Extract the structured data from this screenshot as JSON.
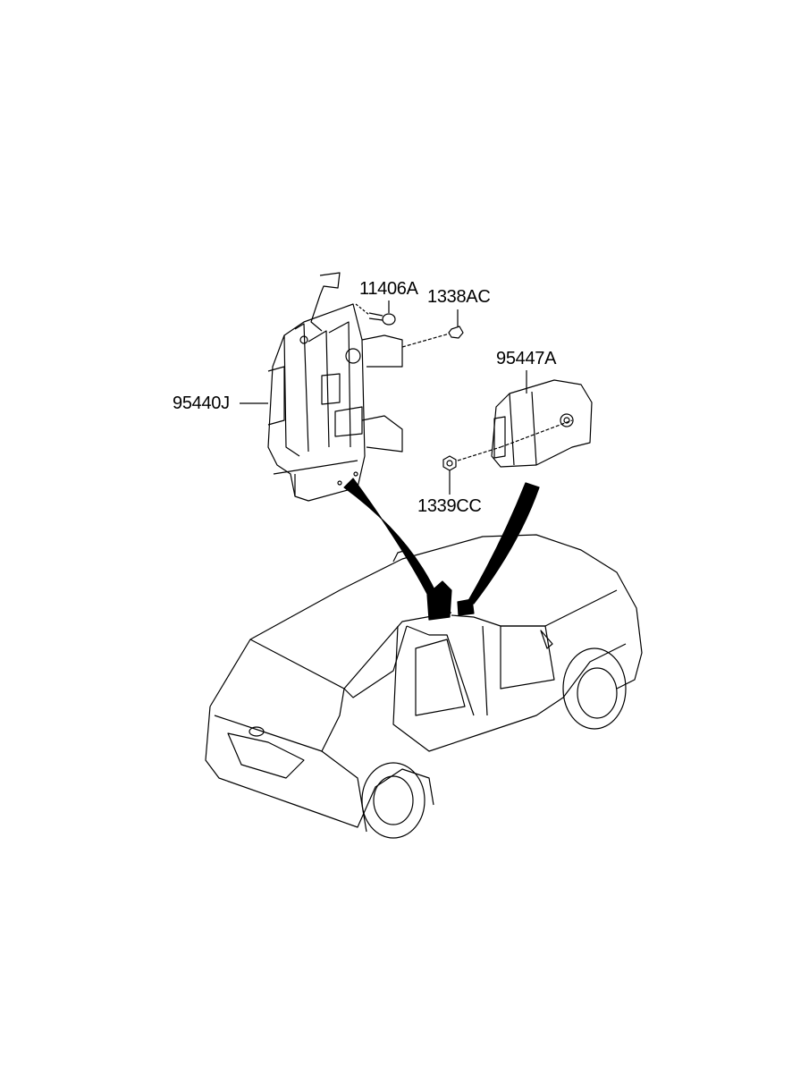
{
  "diagram": {
    "parts": [
      {
        "id": "part-11406A",
        "number": "11406A"
      },
      {
        "id": "part-1338AC",
        "number": "1338AC"
      },
      {
        "id": "part-95447A",
        "number": "95447A"
      },
      {
        "id": "part-95440J",
        "number": "95440J"
      },
      {
        "id": "part-1339CC",
        "number": "1339CC"
      }
    ],
    "colors": {
      "line": "#000000",
      "background": "#ffffff"
    }
  }
}
